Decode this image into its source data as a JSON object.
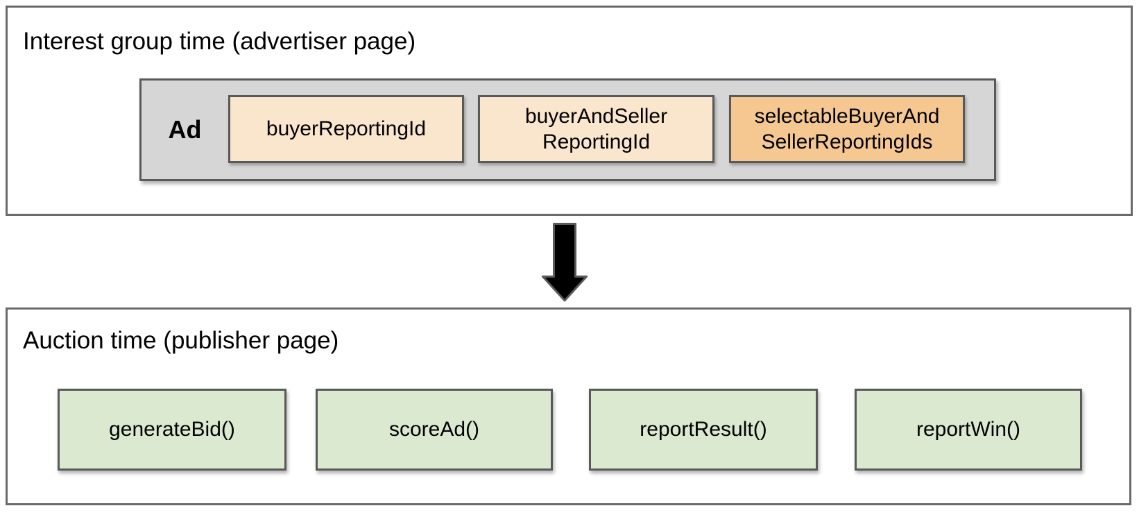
{
  "diagram": {
    "top_section": {
      "title": "Interest group time (advertiser page)",
      "ad_container_label": "Ad",
      "ad_fields": [
        {
          "label": "buyerReportingId",
          "fill": "#f9e6cd"
        },
        {
          "label": "buyerAndSeller ReportingId",
          "fill": "#f9e6cd"
        },
        {
          "label": "selectableBuyerAnd SellerReportingIds",
          "fill": "#f5c892"
        }
      ]
    },
    "arrow": {
      "direction": "down"
    },
    "bottom_section": {
      "title": "Auction time (publisher page)",
      "functions": [
        {
          "label": "generateBid()"
        },
        {
          "label": "scoreAd()"
        },
        {
          "label": "reportResult()"
        },
        {
          "label": "reportWin()"
        }
      ]
    },
    "colors": {
      "section_border": "#6a6a6a",
      "box_border": "#595959",
      "ad_container_fill": "#d6d6d6",
      "cream_fill": "#f9e6cd",
      "orange_fill": "#f5c892",
      "green_fill": "#dbe9d1",
      "arrow_fill": "#000000",
      "text": "#000000"
    }
  }
}
